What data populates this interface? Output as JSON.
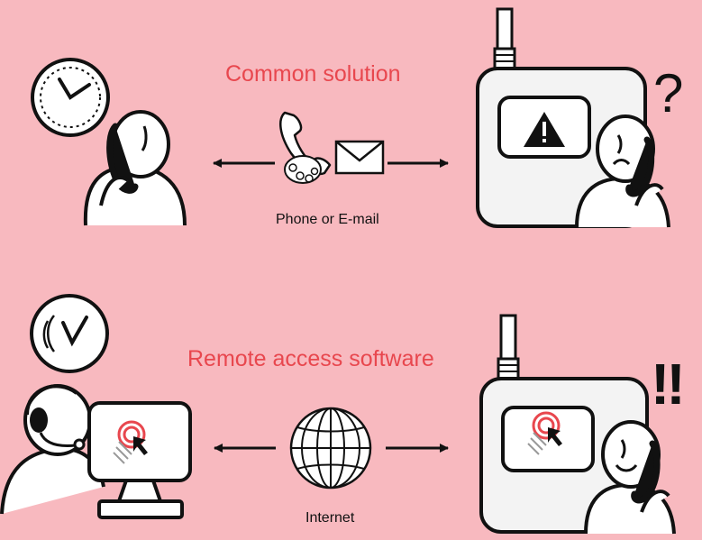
{
  "colors": {
    "background": "#f8b9bf",
    "heading": "#e8474e",
    "ink": "#111111",
    "device_face": "#f3f3f3",
    "target_red": "#e8474e"
  },
  "common": {
    "heading": "Common solution",
    "channel_label": "Phone or E-mail",
    "user_reaction": "?",
    "icons": [
      "clock-icon",
      "phone-icon",
      "envelope-icon",
      "warning-icon"
    ]
  },
  "remote": {
    "heading": "Remote access software",
    "channel_label": "Internet",
    "user_reaction": "!!",
    "icons": [
      "clock-icon",
      "headset-icon",
      "monitor-icon",
      "globe-icon",
      "cursor-target-icon"
    ]
  }
}
